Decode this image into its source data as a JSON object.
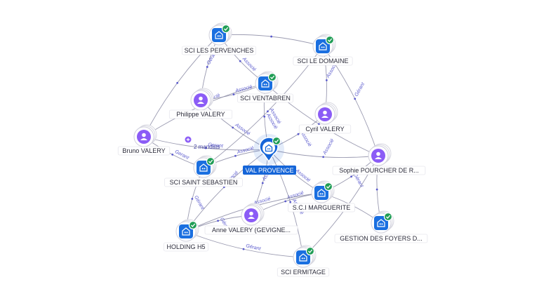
{
  "center": {
    "id": "val-provence",
    "label": "VAL PROVENCE",
    "icon": "building-icon",
    "status": "check-icon"
  },
  "nodes": [
    {
      "id": "sci-les-pervenches",
      "label": "SCI LES PERVENCHES",
      "type": "company",
      "icon": "building-icon",
      "status": "check-icon"
    },
    {
      "id": "sci-le-domaine",
      "label": "SCI LE DOMAINE",
      "type": "company",
      "icon": "building-icon",
      "status": "check-icon"
    },
    {
      "id": "sci-ventabren",
      "label": "SCI VENTABREN",
      "type": "company",
      "icon": "building-icon",
      "status": "check-icon"
    },
    {
      "id": "philippe-valery",
      "label": "Philippe VALERY",
      "type": "person",
      "icon": "person-icon"
    },
    {
      "id": "cyril-valery",
      "label": "Cyril VALERY",
      "type": "person",
      "icon": "person-icon"
    },
    {
      "id": "bruno-valery",
      "label": "Bruno VALERY",
      "type": "person",
      "icon": "person-icon"
    },
    {
      "id": "sci-saint-sebastien",
      "label": "SCI SAINT SEBASTIEN",
      "type": "company",
      "icon": "building-icon",
      "status": "check-icon"
    },
    {
      "id": "sophie-pourcher",
      "label": "Sophie POURCHER DE R...",
      "type": "person",
      "icon": "person-icon"
    },
    {
      "id": "sci-marguerite",
      "label": "S.C.I MARGUERITE",
      "type": "company",
      "icon": "building-icon",
      "status": "check-icon"
    },
    {
      "id": "anne-valery",
      "label": "Anne VALERY (GEVIGNE...",
      "type": "person",
      "icon": "person-icon"
    },
    {
      "id": "holding-h5",
      "label": "HOLDING H5",
      "type": "company",
      "icon": "building-icon",
      "status": "check-icon"
    },
    {
      "id": "gestion-foyers",
      "label": "GESTION DES FOYERS D...",
      "type": "company",
      "icon": "building-icon",
      "status": "check-icon"
    },
    {
      "id": "sci-ermitage",
      "label": "SCI ERMITAGE",
      "type": "company",
      "icon": "building-icon",
      "status": "check-icon"
    }
  ],
  "edges": [
    {
      "from": "bruno-valery",
      "to": "val-provence",
      "label": "Gerant"
    },
    {
      "from": "bruno-valery",
      "to": "sci-ventabren",
      "label": "Associé"
    },
    {
      "from": "bruno-valery",
      "to": "sci-saint-sebastien",
      "label": "Gerant"
    },
    {
      "from": "bruno-valery",
      "to": "sci-les-pervenches",
      "label": ""
    },
    {
      "from": "philippe-valery",
      "to": "val-provence",
      "label": "Associé"
    },
    {
      "from": "philippe-valery",
      "to": "sci-les-pervenches",
      "label": "Gérant"
    },
    {
      "from": "philippe-valery",
      "to": "sci-ventabren",
      "label": "Associé"
    },
    {
      "from": "cyril-valery",
      "to": "val-provence",
      "label": "Associé"
    },
    {
      "from": "cyril-valery",
      "to": "sci-le-domaine",
      "label": "Associé"
    },
    {
      "from": "sophie-pourcher",
      "to": "val-provence",
      "label": "Associé"
    },
    {
      "from": "sophie-pourcher",
      "to": "sci-le-domaine",
      "label": "Gérant"
    },
    {
      "from": "sophie-pourcher",
      "to": "sci-marguerite",
      "label": "Gérant"
    },
    {
      "from": "sophie-pourcher",
      "to": "gestion-foyers",
      "label": ""
    },
    {
      "from": "sophie-pourcher",
      "to": "sci-ventabren",
      "label": ""
    },
    {
      "from": "anne-valery",
      "to": "val-provence",
      "label": "Associé"
    },
    {
      "from": "anne-valery",
      "to": "sci-marguerite",
      "label": "Associé"
    },
    {
      "from": "anne-valery",
      "to": "holding-h5",
      "label": "Gérant"
    },
    {
      "from": "sci-les-pervenches",
      "to": "sci-le-domaine",
      "label": ""
    },
    {
      "from": "sci-les-pervenches",
      "to": "sci-ventabren",
      "label": "Associé"
    },
    {
      "from": "sci-le-domaine",
      "to": "sci-saint-sebastien",
      "label": "Associé"
    },
    {
      "from": "sci-ventabren",
      "to": "val-provence",
      "label": "Associé"
    },
    {
      "from": "sci-saint-sebastien",
      "to": "val-provence",
      "label": "Associé"
    },
    {
      "from": "sci-saint-sebastien",
      "to": "holding-h5",
      "label": "Gérant"
    },
    {
      "from": "holding-h5",
      "to": "val-provence",
      "label": "Associé"
    },
    {
      "from": "holding-h5",
      "to": "sci-ermitage",
      "label": "Gérant"
    },
    {
      "from": "holding-h5",
      "to": "sci-marguerite",
      "label": "Associé"
    },
    {
      "from": "val-provence",
      "to": "sci-marguerite",
      "label": "Associé"
    },
    {
      "from": "val-provence",
      "to": "sci-ermitage",
      "label": "Associé"
    },
    {
      "from": "sci-ermitage",
      "to": "sophie-pourcher",
      "label": ""
    },
    {
      "from": "sci-marguerite",
      "to": "gestion-foyers",
      "label": ""
    }
  ],
  "mandats_badge": {
    "label": "2 mandats",
    "icon": "plus-icon"
  },
  "colors": {
    "company": "#1a6fe0",
    "person": "#8b5cf6",
    "check": "#1f9d55",
    "center_label": "#1565d8",
    "edge": "#8a8aa3",
    "edge_label": "#5a5acd"
  }
}
